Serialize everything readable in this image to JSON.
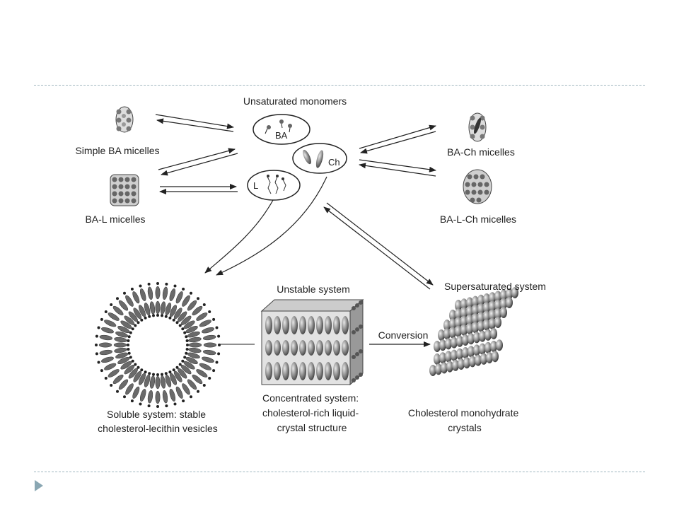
{
  "labels": {
    "unsaturated": "Unsaturated monomers",
    "simple_ba": "Simple BA micelles",
    "ba_l": "BA-L micelles",
    "ba_ch": "BA-Ch micelles",
    "ba_l_ch": "BA-L-Ch micelles",
    "bubble_ba": "BA",
    "bubble_ch": "Ch",
    "bubble_l": "L",
    "unstable": "Unstable system",
    "supersaturated": "Supersaturated system",
    "conversion": "Conversion",
    "soluble": [
      "Soluble system: stable",
      "cholesterol-lecithin vesicles"
    ],
    "concentrated": [
      "Concentrated system:",
      "cholesterol-rich liquid-",
      "crystal structure"
    ],
    "crystals": [
      "Cholesterol monohydrate",
      "crystals"
    ]
  },
  "colors": {
    "rule": "#9fb6bf",
    "bullet": "#8aa7b3",
    "ink": "#222222"
  }
}
